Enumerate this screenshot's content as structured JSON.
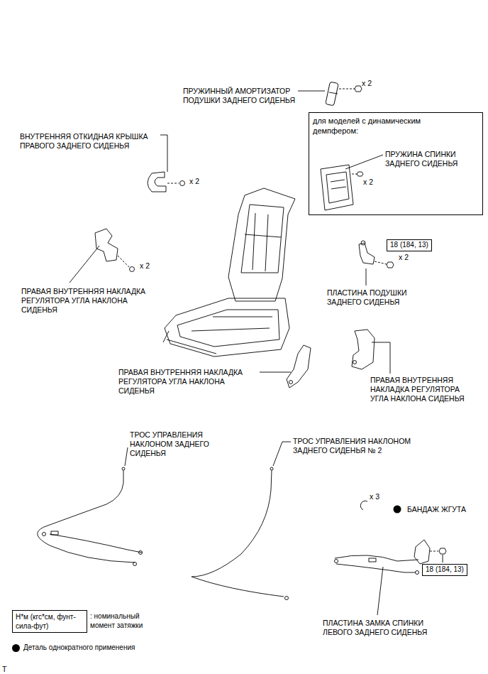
{
  "diagram": {
    "nodes": [
      {
        "text": [
          "для моделей с динамическим демпфером:"
        ]
      },
      {
        "text": [
          "18 (184, 13)"
        ]
      },
      {
        "text": [
          "18 (184, 13)"
        ]
      },
      {
        "text": [
          "Н*м (кгс*см, фунт-сила-фут)"
        ]
      }
    ],
    "labels": [
      "ПРУЖИННЫЙ АМОРТИЗАТОР ПОДУШКИ ЗАДНЕГО СИДЕНЬЯ",
      "x 2",
      "ВНУТРЕННЯЯ ОТКИДНАЯ КРЫШКА ПРАВОГО ЗАДНЕГО СИДЕНЬЯ",
      "x 2",
      "ПРУЖИНА СПИНКИ ЗАДНЕГО СИДЕНЬЯ",
      "x 2",
      "x 2",
      "ПЛАСТИНА ПОДУШКИ ЗАДНЕГО СИДЕНЬЯ",
      "x 2",
      "ПРАВАЯ ВНУТРЕННЯЯ НАКЛАДКА РЕГУЛЯТОРА УГЛА НАКЛОНА СИДЕНЬЯ",
      "ПРАВАЯ ВНУТРЕННЯЯ НАКЛАДКА РЕГУЛЯТОРА УГЛА НАКЛОНА СИДЕНЬЯ",
      "ПРАВАЯ ВНУТРЕННЯЯ НАКЛАДКА РЕГУЛЯТОРА УГЛА НАКЛОНА СИДЕНЬЯ",
      "ТРОС УПРАВЛЕНИЯ НАКЛОНОМ ЗАДНЕГО СИДЕНЬЯ",
      "ТРОС УПРАВЛЕНИЯ НАКЛОНОМ ЗАДНЕГО СИДЕНЬЯ № 2",
      "x 3",
      "БАНДАЖ ЖГУТА",
      "ПЛАСТИНА ЗАМКА СПИНКИ ЛЕВОГО ЗАДНЕГО СИДЕНЬЯ",
      "T"
    ],
    "legend": [
      {
        "text": ": номинальный момент затяжки"
      },
      {
        "text": "Деталь однократного применения",
        "color": "#000000"
      }
    ]
  }
}
